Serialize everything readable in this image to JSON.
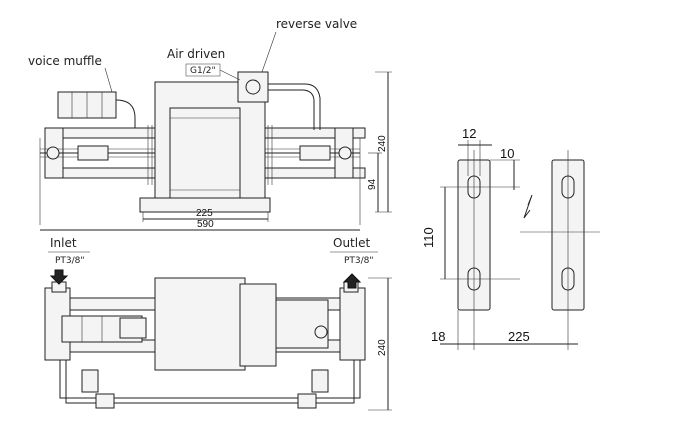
{
  "labels": {
    "voice_muffle": "voice muffle",
    "air_driven": "Air driven",
    "air_driven_size": "G1/2\"",
    "reverse_valve": "reverse valve",
    "inlet": "Inlet",
    "inlet_size": "PT3/8\"",
    "outlet": "Outlet",
    "outlet_size": "PT3/8\""
  },
  "dimensions": {
    "front_width_inner": "225",
    "front_width_total": "590",
    "front_height_total": "240",
    "front_height_axis": "94",
    "top_height_total": "240",
    "bracket_slot_width": "12",
    "bracket_gap": "10",
    "bracket_hole_spacing": "110",
    "bracket_edge": "18",
    "bracket_spacing": "225"
  },
  "colors": {
    "line": "#222222",
    "background": "#ffffff"
  }
}
